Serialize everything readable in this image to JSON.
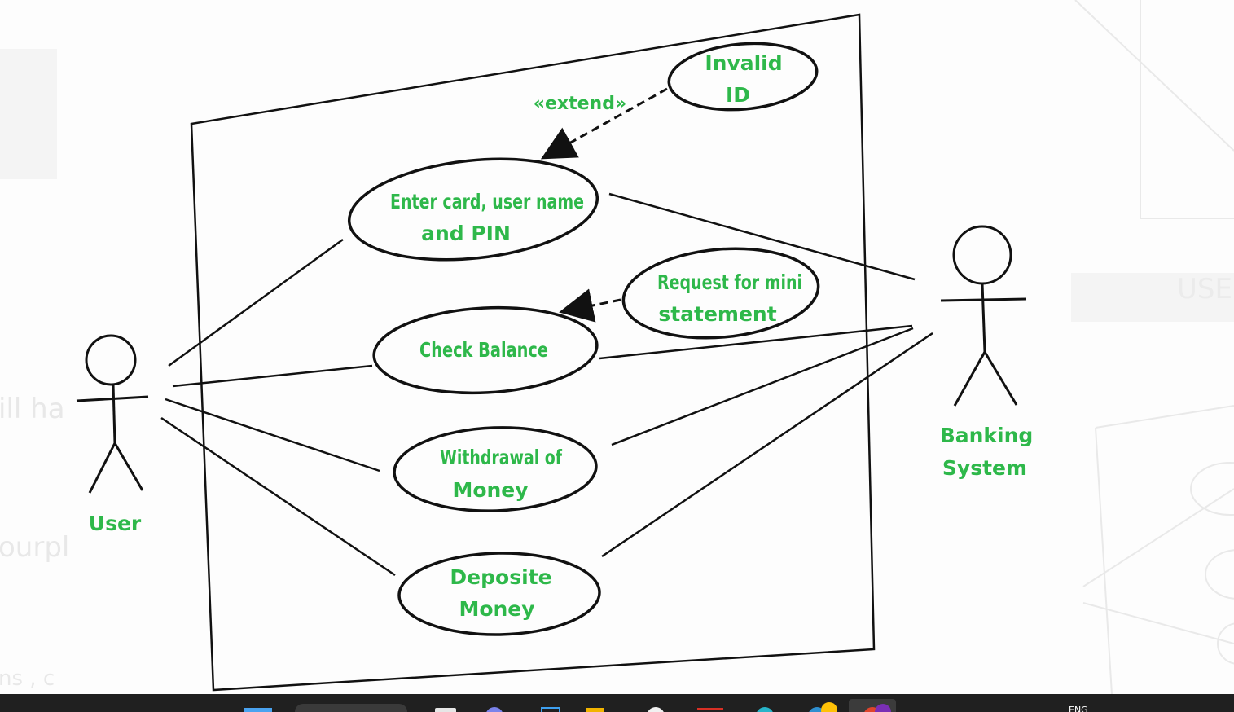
{
  "background": {
    "fragments": [
      "ill ha",
      "ourpl",
      "ns , c",
      "USE"
    ]
  },
  "diagram": {
    "actors": {
      "user": "User",
      "banking_line1": "Banking",
      "banking_line2": "System"
    },
    "use_cases": {
      "enter_card_line1": "Enter card, user name",
      "enter_card_line2": "and PIN",
      "check_balance": "Check Balance",
      "withdrawal_line1": "Withdrawal of",
      "withdrawal_line2": "Money",
      "deposit_line1": "Deposite",
      "deposit_line2": "Money",
      "invalid_id_line1": "Invalid",
      "invalid_id_line2": "ID",
      "mini_statement_line1": "Request for mini",
      "mini_statement_line2": "statement"
    },
    "stereotype": "«extend»",
    "colors": {
      "label": "#2eb84a",
      "stroke": "#111111"
    }
  },
  "taskbar": {
    "language": "ENG",
    "icons": [
      "windows-start-icon",
      "search-box",
      "task-view-icon",
      "teams-icon",
      "file-explorer-icon",
      "folder-icon",
      "chrome-icon",
      "gmail-icon",
      "edge-icon",
      "onedrive-icon",
      "app-icon"
    ]
  }
}
